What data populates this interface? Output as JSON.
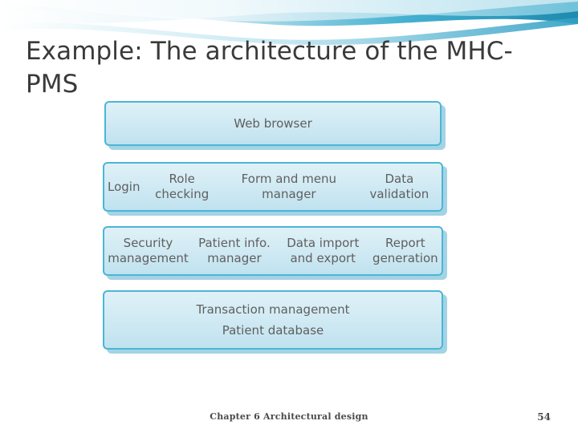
{
  "slide": {
    "title": "Example: The architecture of the MHC-PMS",
    "footer": "Chapter 6 Architectural design",
    "slide_number": "54",
    "accent_color": "#4bb6d6",
    "fill_color": "#cfe9f3",
    "title_color": "#3a3a3a"
  },
  "diagram": {
    "name": "layered-architecture",
    "layers": [
      {
        "id": "web-browser",
        "type": "row",
        "cells": [
          "Web browser"
        ]
      },
      {
        "id": "authentication-ui",
        "type": "row",
        "cells": [
          "Login",
          "Role checking",
          "Form and menu manager",
          "Data validation"
        ]
      },
      {
        "id": "application-services",
        "type": "row",
        "cells": [
          "Security management",
          "Patient info. manager",
          "Data import and export",
          "Report generation"
        ]
      },
      {
        "id": "data-layer",
        "type": "stack",
        "cells": [
          "Transaction management",
          "Patient database"
        ]
      }
    ]
  }
}
